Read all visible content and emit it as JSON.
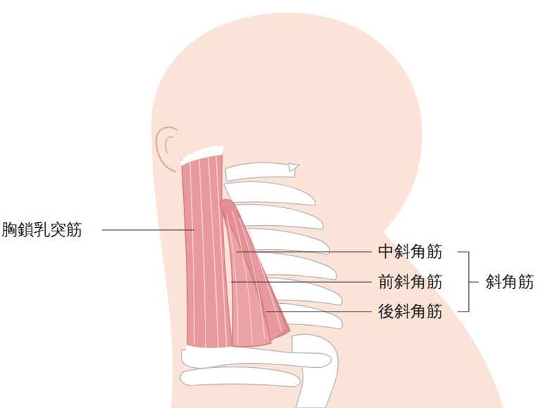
{
  "diagram": {
    "labels": [
      "胸鎖乳突筋",
      "中斜角筋",
      "前斜角筋",
      "後斜角筋",
      "斜角筋"
    ]
  }
}
